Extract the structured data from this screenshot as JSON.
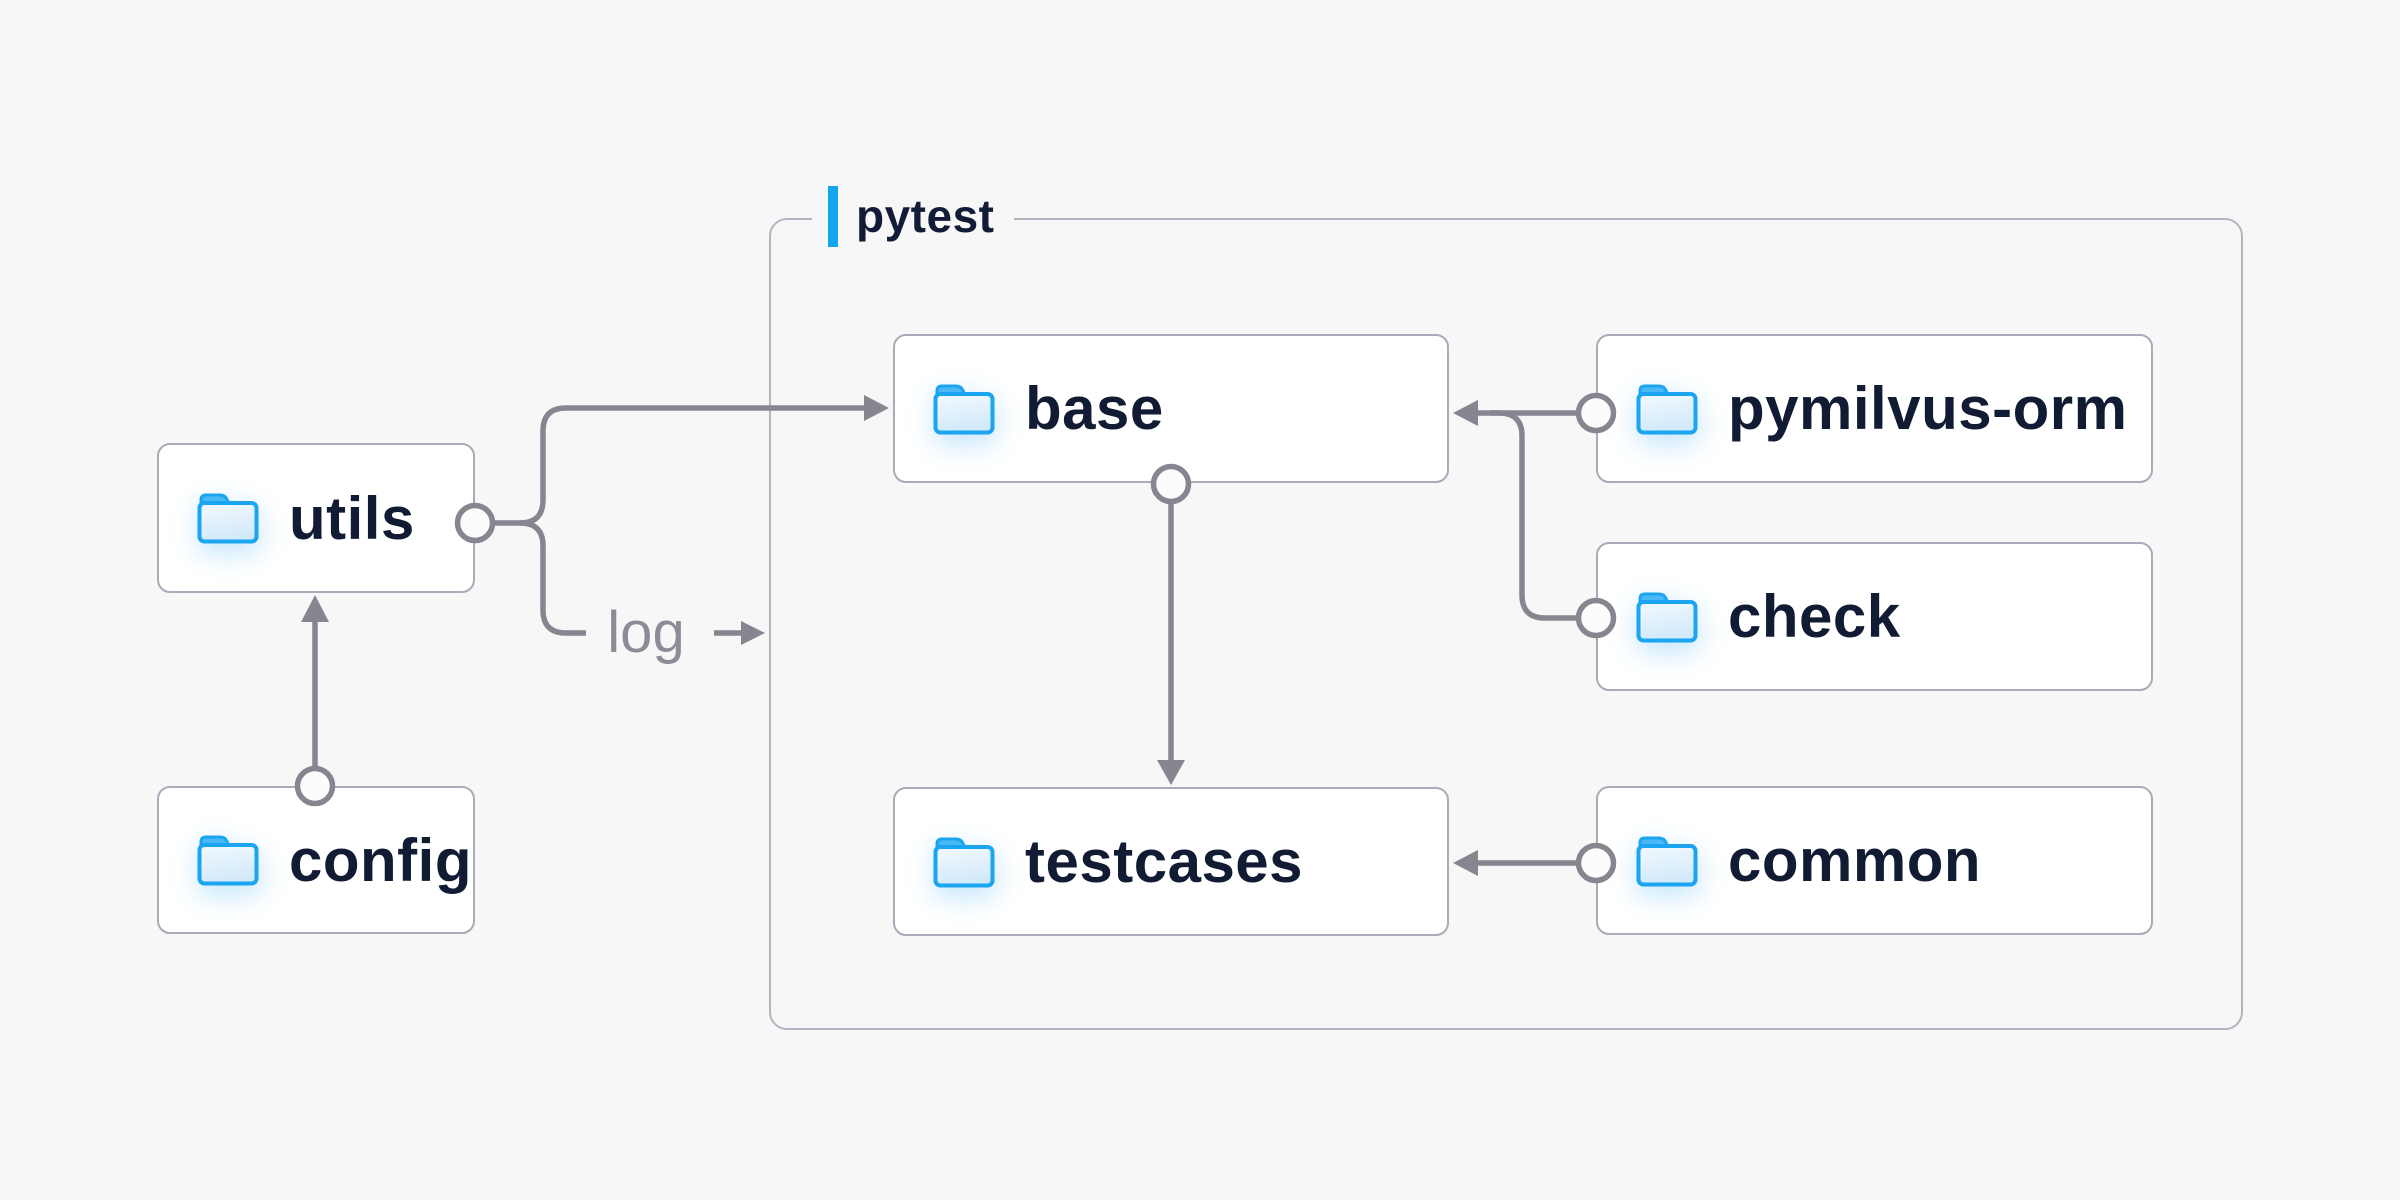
{
  "diagram": {
    "group": {
      "label": "pytest"
    },
    "log_label": "log",
    "nodes": [
      {
        "id": "utils",
        "label": "utils"
      },
      {
        "id": "config",
        "label": "config"
      },
      {
        "id": "base",
        "label": "base"
      },
      {
        "id": "pymilvus-orm",
        "label": "pymilvus-orm"
      },
      {
        "id": "check",
        "label": "check"
      },
      {
        "id": "testcases",
        "label": "testcases"
      },
      {
        "id": "common",
        "label": "common"
      }
    ],
    "edges": [
      {
        "from": "config",
        "to": "utils",
        "label": ""
      },
      {
        "from": "utils",
        "to": "base",
        "label": ""
      },
      {
        "from": "utils",
        "to": "pytest-group",
        "label": "log"
      },
      {
        "from": "base",
        "to": "testcases",
        "label": ""
      },
      {
        "from": "pymilvus-orm",
        "to": "base",
        "label": ""
      },
      {
        "from": "check",
        "to": "base",
        "label": ""
      },
      {
        "from": "common",
        "to": "testcases",
        "label": ""
      }
    ],
    "colors": {
      "background": "#f7f7f8",
      "node_fill": "#ffffff",
      "node_border": "#a9abb8",
      "group_border": "#b3b4c2",
      "connector": "#85868f",
      "accent": "#14a5ef",
      "label_text": "#111b33",
      "muted_text": "#8b8c98",
      "folder_blue": "#1ba4f0"
    }
  }
}
